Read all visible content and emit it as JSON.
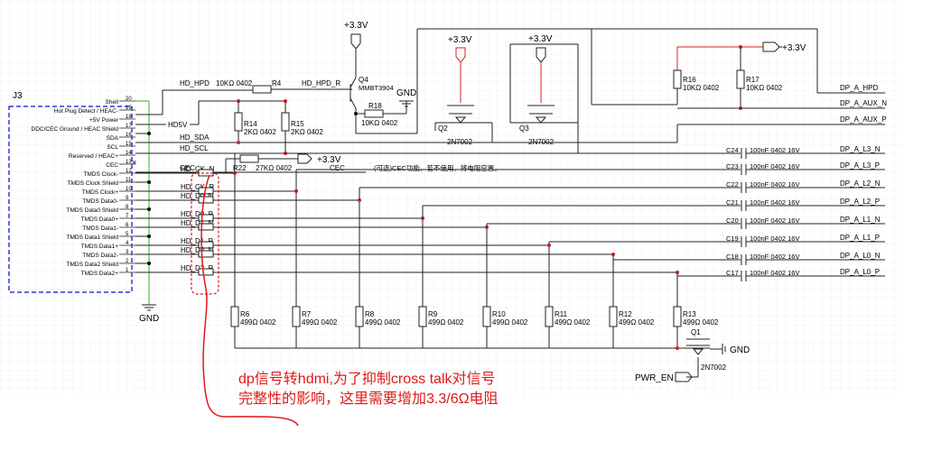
{
  "connector": {
    "ref": "J3",
    "pins": [
      {
        "num": "20",
        "name": "Shell"
      },
      {
        "num": "19",
        "name": "Hot Plug Detect / HEAC-"
      },
      {
        "num": "18",
        "name": "+5V Power"
      },
      {
        "num": "17",
        "name": "DDC/CEC Ground / HEAC Shield"
      },
      {
        "num": "16",
        "name": "SDA"
      },
      {
        "num": "15",
        "name": "SCL"
      },
      {
        "num": "14",
        "name": "Reserved / HEAC+"
      },
      {
        "num": "13",
        "name": "CEC"
      },
      {
        "num": "12",
        "name": "TMDS Clock-"
      },
      {
        "num": "11",
        "name": "TMDS Clock Shield"
      },
      {
        "num": "10",
        "name": "TMDS Clock+"
      },
      {
        "num": "9",
        "name": "TMDS Data0-"
      },
      {
        "num": "8",
        "name": "TMDS Data0 Shield"
      },
      {
        "num": "7",
        "name": "TMDS Data0+"
      },
      {
        "num": "6",
        "name": "TMDS Data1-"
      },
      {
        "num": "5",
        "name": "TMDS Data1 Shield"
      },
      {
        "num": "4",
        "name": "TMDS Data1+"
      },
      {
        "num": "3",
        "name": "TMDS Data2-"
      },
      {
        "num": "2",
        "name": "TMDS Data2 Shield"
      },
      {
        "num": "1",
        "name": "TMDS Data2+"
      }
    ],
    "gnd_label": "GND"
  },
  "nets": {
    "hd_hpd": "HD_HPD",
    "hd5v": "HD5V",
    "hd_sda": "HD_SDA",
    "hd_scl": "HD_SCL",
    "cec": "CEC",
    "cec_right": "CEC",
    "hd_hpd_r": "HD_HPD_R",
    "hd_tmds": [
      "HD_CK_N",
      "HD_CK_P",
      "HD_D0_N",
      "HD_D0_P",
      "HD_D1_N",
      "HD_D1_P",
      "HD_D2_N",
      "HD_D2_P"
    ]
  },
  "components": {
    "r4": {
      "ref": "R4",
      "value": "10KΩ 0402"
    },
    "r14": {
      "ref": "R14",
      "value": "2KΩ 0402"
    },
    "r15": {
      "ref": "R15",
      "value": "2KΩ 0402"
    },
    "r18": {
      "ref": "R18",
      "value": "10KΩ 0402"
    },
    "r22": {
      "ref": "R22",
      "value": "27KΩ 0402"
    },
    "r16": {
      "ref": "R16",
      "value": "10KΩ 0402"
    },
    "r17": {
      "ref": "R17",
      "value": "10KΩ 0402"
    },
    "q4": {
      "ref": "Q4",
      "part": "MMBT3904"
    },
    "q2": {
      "ref": "Q2",
      "part": "2N7002"
    },
    "q3": {
      "ref": "Q3",
      "part": "2N7002"
    },
    "q1": {
      "ref": "Q1",
      "part": "2N7002"
    },
    "pull_resistors": [
      {
        "ref": "R6",
        "value": "499Ω 0402"
      },
      {
        "ref": "R7",
        "value": "499Ω 0402"
      },
      {
        "ref": "R8",
        "value": "499Ω 0402"
      },
      {
        "ref": "R9",
        "value": "499Ω 0402"
      },
      {
        "ref": "R10",
        "value": "499Ω 0402"
      },
      {
        "ref": "R11",
        "value": "499Ω 0402"
      },
      {
        "ref": "R12",
        "value": "499Ω 0402"
      },
      {
        "ref": "R13",
        "value": "499Ω 0402"
      }
    ],
    "caps": [
      {
        "ref": "C24",
        "value": "100nF 0402 16V",
        "net": "DP_A_L3_N"
      },
      {
        "ref": "C23",
        "value": "100nF 0402 16V",
        "net": "DP_A_L3_P"
      },
      {
        "ref": "C22",
        "value": "100nF 0402 16V",
        "net": "DP_A_L2_N"
      },
      {
        "ref": "C21",
        "value": "100nF 0402 16V",
        "net": "DP_A_L2_P"
      },
      {
        "ref": "C20",
        "value": "100nF 0402 16V",
        "net": "DP_A_L1_N"
      },
      {
        "ref": "C19",
        "value": "100nF 0402 16V",
        "net": "DP_A_L1_P"
      },
      {
        "ref": "C18",
        "value": "100nF 0402 16V",
        "net": "DP_A_L0_N"
      },
      {
        "ref": "C17",
        "value": "100nF 0402 16V",
        "net": "DP_A_L0_P"
      }
    ]
  },
  "dp_nets": {
    "hpd": "DP_A_HPD",
    "aux_n": "DP_A_AUX_N",
    "aux_p": "DP_A_AUX_P"
  },
  "power": {
    "v33_q4": "+3.3V",
    "v33_q2": "+3.3V",
    "v33_q3": "+3.3V",
    "v33_right": "+3.3V",
    "v33_r22": "+3.3V",
    "gnd_q4": "GND",
    "gnd_q1": "GND"
  },
  "cec_note": "(可选)CEC功能，若不使用，将电阻空置。",
  "pwr_en": "PWR_EN",
  "annotation": {
    "line1": "dp信号转hdmi,为了抑制cross talk对信号",
    "line2": "完整性的影响，这里需要增加3.3/6Ω电阻"
  },
  "colors": {
    "wire": "#222222",
    "highlight": "#d62020",
    "connector_box": "#2a3ad8",
    "shell_wire": "#2bb52b"
  }
}
